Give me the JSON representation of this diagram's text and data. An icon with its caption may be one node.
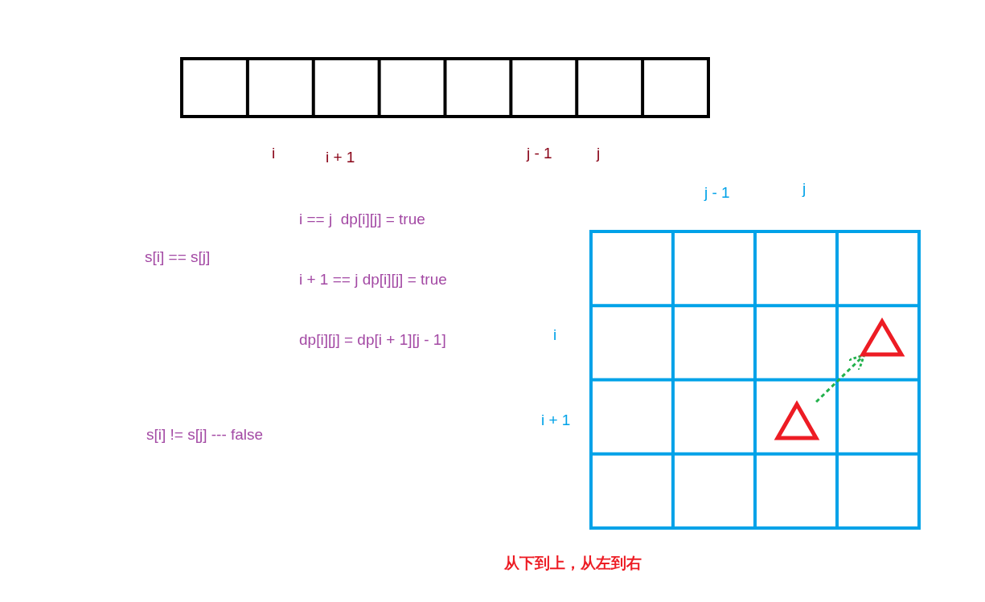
{
  "diagram": {
    "nodes": [
      {
        "text": [],
        "shape": "triangle"
      },
      {
        "text": [],
        "shape": "triangle"
      }
    ],
    "edges": [
      {
        "from": 1,
        "to": 0,
        "arrow": "to",
        "style": "dashed",
        "color": "#22b14c"
      }
    ],
    "labels": [
      "i",
      "i + 1",
      "j - 1",
      "j",
      "j - 1",
      "j",
      "i == j  dp[i][j] = true",
      "s[i] == s[j]",
      "i + 1 == j dp[i][j] = true",
      "i",
      "dp[i][j] = dp[i + 1][j - 1]",
      "i + 1",
      "s[i] != s[j] --- false",
      "从下到上，从左到右"
    ]
  }
}
